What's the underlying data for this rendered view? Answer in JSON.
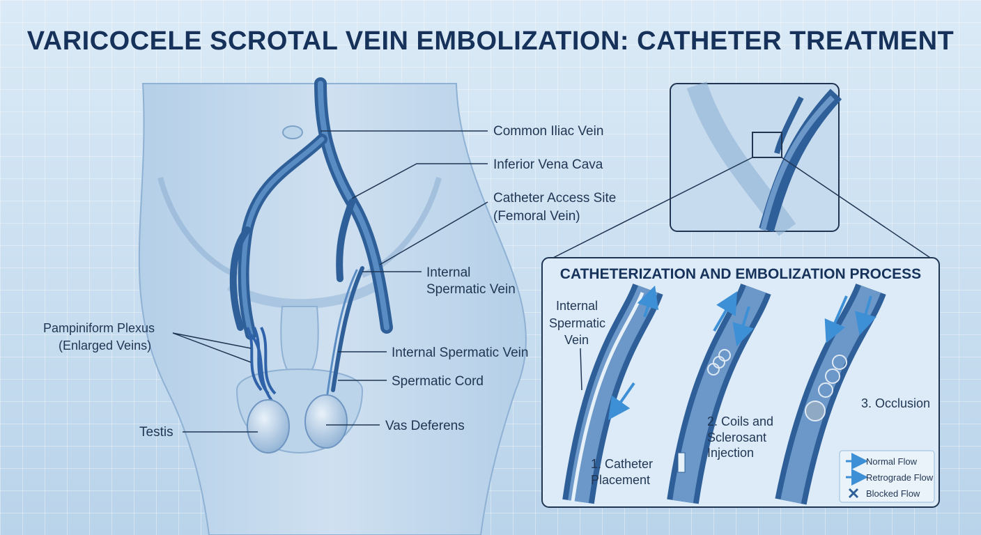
{
  "title": "VARICOCELE SCROTAL VEIN EMBOLIZATION: CATHETER TREATMENT",
  "labels": {
    "common_iliac": "Common Iliac Vein",
    "ivc": "Inferior Vena Cava",
    "access_1": "Catheter Access Site",
    "access_2": "(Femoral Vein)",
    "isv_upper_1": "Internal",
    "isv_upper_2": "Spermatic Vein",
    "pampiniform_1": "Pampiniform Plexus",
    "pampiniform_2": "(Enlarged Veins)",
    "isv_lower": "Internal Spermatic Vein",
    "spermatic_cord": "Spermatic Cord",
    "testis": "Testis",
    "vas_deferens": "Vas Deferens"
  },
  "process": {
    "heading": "CATHETERIZATION AND EMBOLIZATION PROCESS",
    "vein_label_1": "Internal",
    "vein_label_2": "Spermatic",
    "vein_label_3": "Vein",
    "step1_a": "1. Catheter",
    "step1_b": "Placement",
    "step2_a": "2. Coils and",
    "step2_b": "Sclerosant",
    "step2_c": "Injection",
    "step3": "3. Occlusion"
  },
  "legend": {
    "normal": "Normal Flow",
    "retrograde": "Retrograde Flow",
    "blocked": "Blocked Flow"
  },
  "colors": {
    "vein": "#3f6fa8",
    "vein_dark": "#234f86",
    "body": "#a9c7e3",
    "arrow": "#3d8fd6"
  }
}
